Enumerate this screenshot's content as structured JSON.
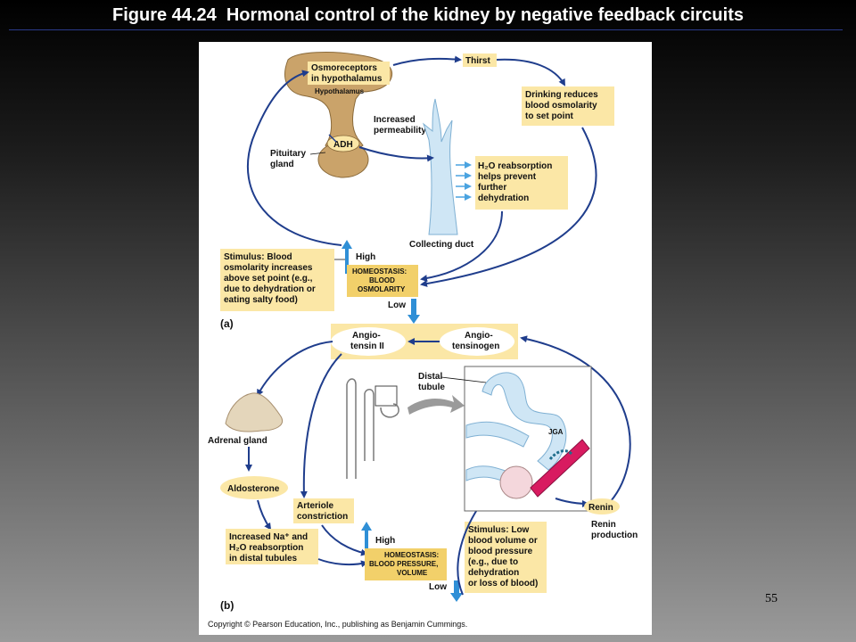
{
  "slide": {
    "title": "Figure 44.24  Hormonal control of the kidney by negative feedback circuits",
    "page_number": "55"
  },
  "part_a": {
    "panel_label": "(a)",
    "osmoreceptors": [
      "Osmoreceptors",
      "in hypothalamus"
    ],
    "hypothalamus": "Hypothalamus",
    "thirst": "Thirst",
    "drinking": [
      "Drinking reduces",
      "blood osmolarity",
      "to set point"
    ],
    "increased_permeability": [
      "Increased",
      "permeability"
    ],
    "adh": "ADH",
    "pituitary": [
      "Pituitary",
      "gland"
    ],
    "h2o_reabsorption": [
      "H₂O reabsorption",
      "helps prevent",
      "further",
      "dehydration"
    ],
    "collecting_duct": "Collecting duct",
    "stimulus_title": "Stimulus:",
    "stimulus": [
      " Blood",
      "osmolarity increases",
      "above set point (e.g.,",
      "due to dehydration or",
      "eating salty food)"
    ],
    "high": "High",
    "low": "Low",
    "homeostasis": [
      "HOMEOSTASIS:",
      "BLOOD",
      "OSMOLARITY"
    ]
  },
  "part_b": {
    "panel_label": "(b)",
    "angiotensin_ii": [
      "Angio-",
      "tensin II"
    ],
    "angiotensinogen": [
      "Angio-",
      "tensinogen"
    ],
    "distal_tubule": [
      "Distal",
      "tubule"
    ],
    "jga": "JGA",
    "adrenal_gland": "Adrenal gland",
    "aldosterone": "Aldosterone",
    "arteriole": [
      "Arteriole",
      "constriction"
    ],
    "increased_na": [
      "Increased Na⁺ and",
      "H₂O reabsorption",
      "in distal tubules"
    ],
    "high": "High",
    "low": "Low",
    "homeostasis": [
      "HOMEOSTASIS:",
      "BLOOD PRESSURE,",
      "VOLUME"
    ],
    "stimulus_title": "Stimulus:",
    "stimulus": [
      " Low",
      "blood volume or",
      "blood pressure",
      "(e.g., due to",
      "dehydration",
      "or loss of blood)"
    ],
    "renin": "Renin",
    "renin_production": [
      "Renin",
      "production"
    ]
  },
  "copyright": "Copyright © Pearson Education, Inc., publishing as Benjamin Cummings.",
  "colors": {
    "box_fill": "#fbe7a6",
    "homeostasis_fill": "#f2d06a",
    "arrow_blue": "#1f3d8c",
    "feedback_blue": "#2f8fd6",
    "duct_fill": "#cfe6f5",
    "brain_fill": "#caa36a"
  }
}
